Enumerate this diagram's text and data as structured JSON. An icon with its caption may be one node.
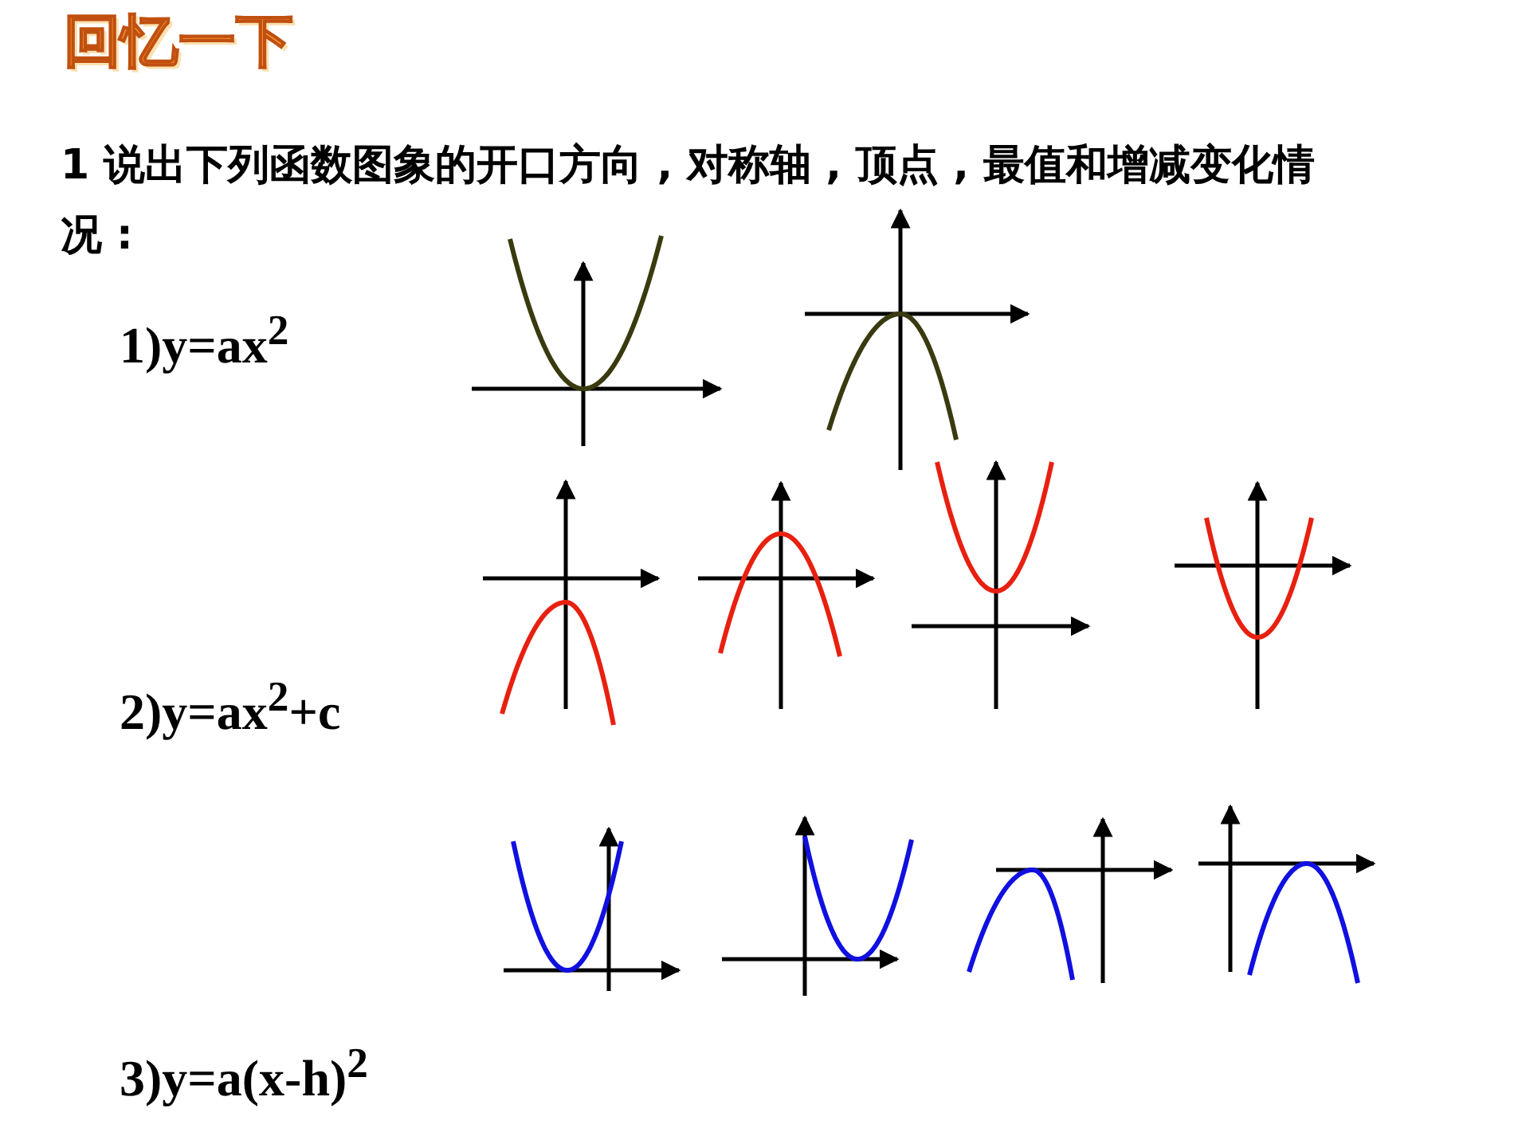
{
  "diagram": {
    "title": "回忆一下",
    "labels": [
      "1  说出下列函数图象的开口方向 , 对称轴 , 顶点 , 最值和增减变化情况 :",
      "1)y=ax$^{2}$",
      "2)y=ax$^{2}$+c",
      "3)y=a(x-h)$^{2}$"
    ]
  }
}
